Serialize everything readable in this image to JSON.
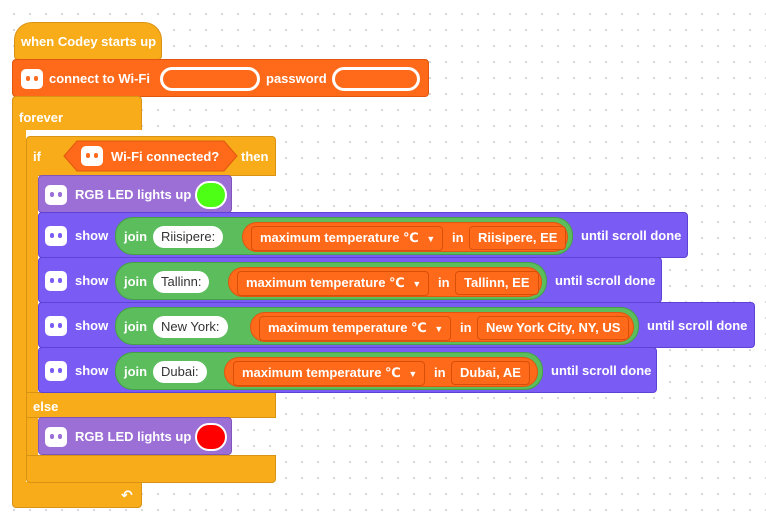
{
  "event": {
    "label": "when Codey starts up"
  },
  "wifi": {
    "connect_label": "connect to Wi-Fi",
    "password_label": "password"
  },
  "forever": {
    "label": "forever"
  },
  "if_block": {
    "if_label": "if",
    "condition": "Wi-Fi connected?",
    "then_label": "then",
    "else_label": "else"
  },
  "led_on": {
    "label": "RGB LED lights up",
    "color": "#4cff14"
  },
  "led_off": {
    "label": "RGB LED lights up",
    "color": "#ff0000"
  },
  "common": {
    "show": "show",
    "join": "join",
    "temp": "maximum temperature ℃",
    "in": "in",
    "until": "until scroll done",
    "dropdown_arrow": "▼"
  },
  "rows": [
    {
      "prefix": "Riisipere:",
      "city": "Riisipere, EE"
    },
    {
      "prefix": "Tallinn:",
      "city": "Tallinn, EE"
    },
    {
      "prefix": "New York:",
      "city": "New York City, NY, US"
    },
    {
      "prefix": "Dubai:",
      "city": "Dubai, AE"
    }
  ],
  "end_arrow": "↶"
}
